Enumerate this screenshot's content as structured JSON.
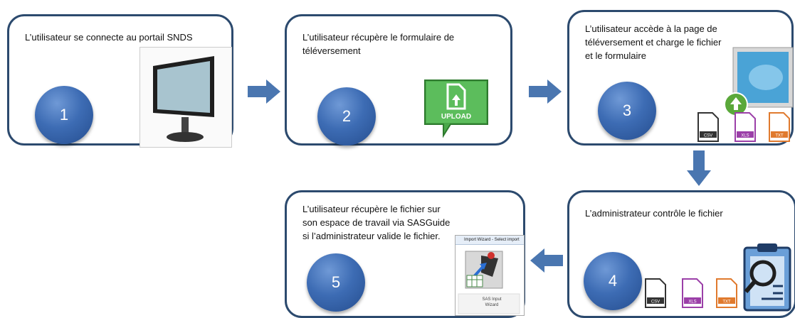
{
  "steps": [
    {
      "number": "1",
      "text": "L’utilisateur se connecte au portail SNDS"
    },
    {
      "number": "2",
      "text": "L’utilisateur récupère  le formulaire de téléversement"
    },
    {
      "number": "3",
      "text": "L’utilisateur accède à la page de téléversement et charge le fichier et le formulaire"
    },
    {
      "number": "4",
      "text": "L’administrateur contrôle le fichier"
    },
    {
      "number": "5",
      "text": "L’utilisateur récupère  le fichier sur son espace de travail via SASGuide si l’administrateur valide le fichier."
    }
  ],
  "upload_label": "UPLOAD",
  "file_types": [
    "CSV",
    "XLS",
    "TXT"
  ],
  "import_wizard": {
    "title": "Import Wizard - Select import",
    "caption": "SAS Input Wizard"
  },
  "colors": {
    "box_border": "#2c4a6e",
    "badge": "#3d6cb4",
    "arrow": "#4a76b0"
  },
  "icons": [
    "monitor-icon",
    "upload-icon",
    "image-upload-icon",
    "document-icon",
    "clipboard-search-icon",
    "import-wizard-icon"
  ]
}
